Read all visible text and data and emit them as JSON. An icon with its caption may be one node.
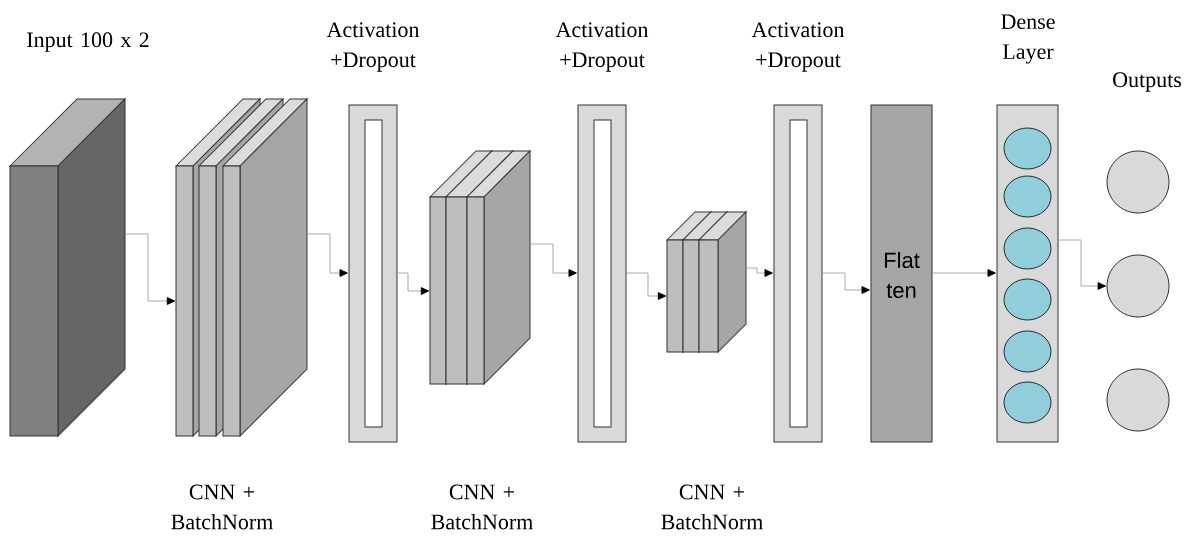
{
  "diagram": {
    "nodes": [
      {
        "text": [
          "Input 100 x 2"
        ]
      },
      {
        "text": [
          "CNN + BatchNorm"
        ]
      },
      {
        "text": [
          "Activation +Dropout"
        ]
      },
      {
        "text": [
          "CNN + BatchNorm"
        ]
      },
      {
        "text": [
          "Activation +Dropout"
        ]
      },
      {
        "text": [
          "CNN + BatchNorm"
        ]
      },
      {
        "text": [
          "Activation +Dropout"
        ]
      },
      {
        "text": [
          "Flat ten"
        ]
      },
      {
        "text": [
          "Dense Layer"
        ]
      },
      {
        "text": [],
        "shape": "circle",
        "in": 8
      },
      {
        "text": [],
        "shape": "circle",
        "in": 8
      },
      {
        "text": [],
        "shape": "circle",
        "in": 8
      },
      {
        "text": [],
        "shape": "circle",
        "in": 8
      },
      {
        "text": [],
        "shape": "circle",
        "in": 8
      },
      {
        "text": [],
        "shape": "circle",
        "in": 8
      },
      {
        "text": [],
        "shape": "circle"
      },
      {
        "text": [],
        "shape": "circle"
      },
      {
        "text": [],
        "shape": "circle"
      }
    ],
    "edges": [
      {
        "from": 0,
        "to": 1,
        "arrow": "to"
      },
      {
        "from": 1,
        "to": 2,
        "arrow": "to"
      },
      {
        "from": 2,
        "to": 3,
        "arrow": "to"
      },
      {
        "from": 3,
        "to": 4,
        "arrow": "to"
      },
      {
        "from": 4,
        "to": 5,
        "arrow": "to"
      },
      {
        "from": 5,
        "to": 6,
        "arrow": "to"
      },
      {
        "from": 6,
        "to": 7,
        "arrow": "to"
      },
      {
        "from": 7,
        "to": 8,
        "arrow": "to"
      },
      {
        "from": 8,
        "to": 16,
        "arrow": "to"
      }
    ],
    "labels": [
      "Outputs"
    ]
  }
}
